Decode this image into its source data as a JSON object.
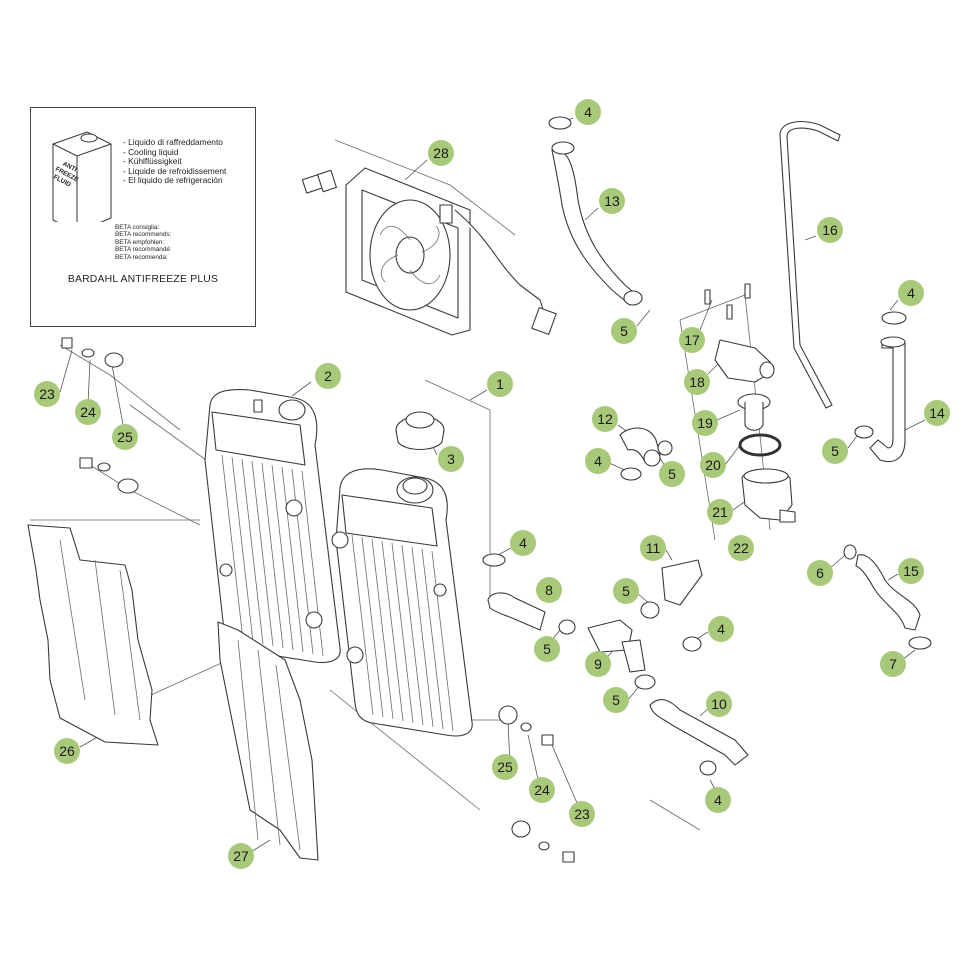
{
  "info_box": {
    "jug_label": [
      "ANTI",
      "FREEZE",
      "FLUID"
    ],
    "fluid_names": [
      "- Liquido di raffreddamento",
      "- Cooling liquid",
      "- Kühlflüssigkeit",
      "- Liquide de refroidissement",
      "- El liquido de refrigeración"
    ],
    "beta_recommends": [
      "BETA consiglia:",
      "BETA recommends:",
      "BETA empfohlen:",
      "BETA recommandé:",
      "BETA recomienda:"
    ],
    "product": "BARDAHL ANTIFREEZE PLUS"
  },
  "callouts": [
    {
      "id": "c28",
      "label": "28"
    },
    {
      "id": "c4a",
      "label": "4"
    },
    {
      "id": "c13",
      "label": "13"
    },
    {
      "id": "c16",
      "label": "16"
    },
    {
      "id": "c4b",
      "label": "4"
    },
    {
      "id": "c5a",
      "label": "5"
    },
    {
      "id": "c17",
      "label": "17"
    },
    {
      "id": "c18",
      "label": "18"
    },
    {
      "id": "c2",
      "label": "2"
    },
    {
      "id": "c1",
      "label": "1"
    },
    {
      "id": "c23a",
      "label": "23"
    },
    {
      "id": "c24a",
      "label": "24"
    },
    {
      "id": "c25a",
      "label": "25"
    },
    {
      "id": "c3",
      "label": "3"
    },
    {
      "id": "c12",
      "label": "12"
    },
    {
      "id": "c19",
      "label": "19"
    },
    {
      "id": "c14",
      "label": "14"
    },
    {
      "id": "c5b",
      "label": "5"
    },
    {
      "id": "c4c",
      "label": "4"
    },
    {
      "id": "c5c",
      "label": "5"
    },
    {
      "id": "c20",
      "label": "20"
    },
    {
      "id": "c21",
      "label": "21"
    },
    {
      "id": "c22",
      "label": "22"
    },
    {
      "id": "c4d",
      "label": "4"
    },
    {
      "id": "c11",
      "label": "11"
    },
    {
      "id": "c6",
      "label": "6"
    },
    {
      "id": "c15",
      "label": "15"
    },
    {
      "id": "c8",
      "label": "8"
    },
    {
      "id": "c5d",
      "label": "5"
    },
    {
      "id": "c4e",
      "label": "4"
    },
    {
      "id": "c5e",
      "label": "5"
    },
    {
      "id": "c9",
      "label": "9"
    },
    {
      "id": "c7",
      "label": "7"
    },
    {
      "id": "c5f",
      "label": "5"
    },
    {
      "id": "c10",
      "label": "10"
    },
    {
      "id": "c26",
      "label": "26"
    },
    {
      "id": "c25b",
      "label": "25"
    },
    {
      "id": "c24b",
      "label": "24"
    },
    {
      "id": "c4f",
      "label": "4"
    },
    {
      "id": "c23b",
      "label": "23"
    },
    {
      "id": "c27",
      "label": "27"
    }
  ]
}
